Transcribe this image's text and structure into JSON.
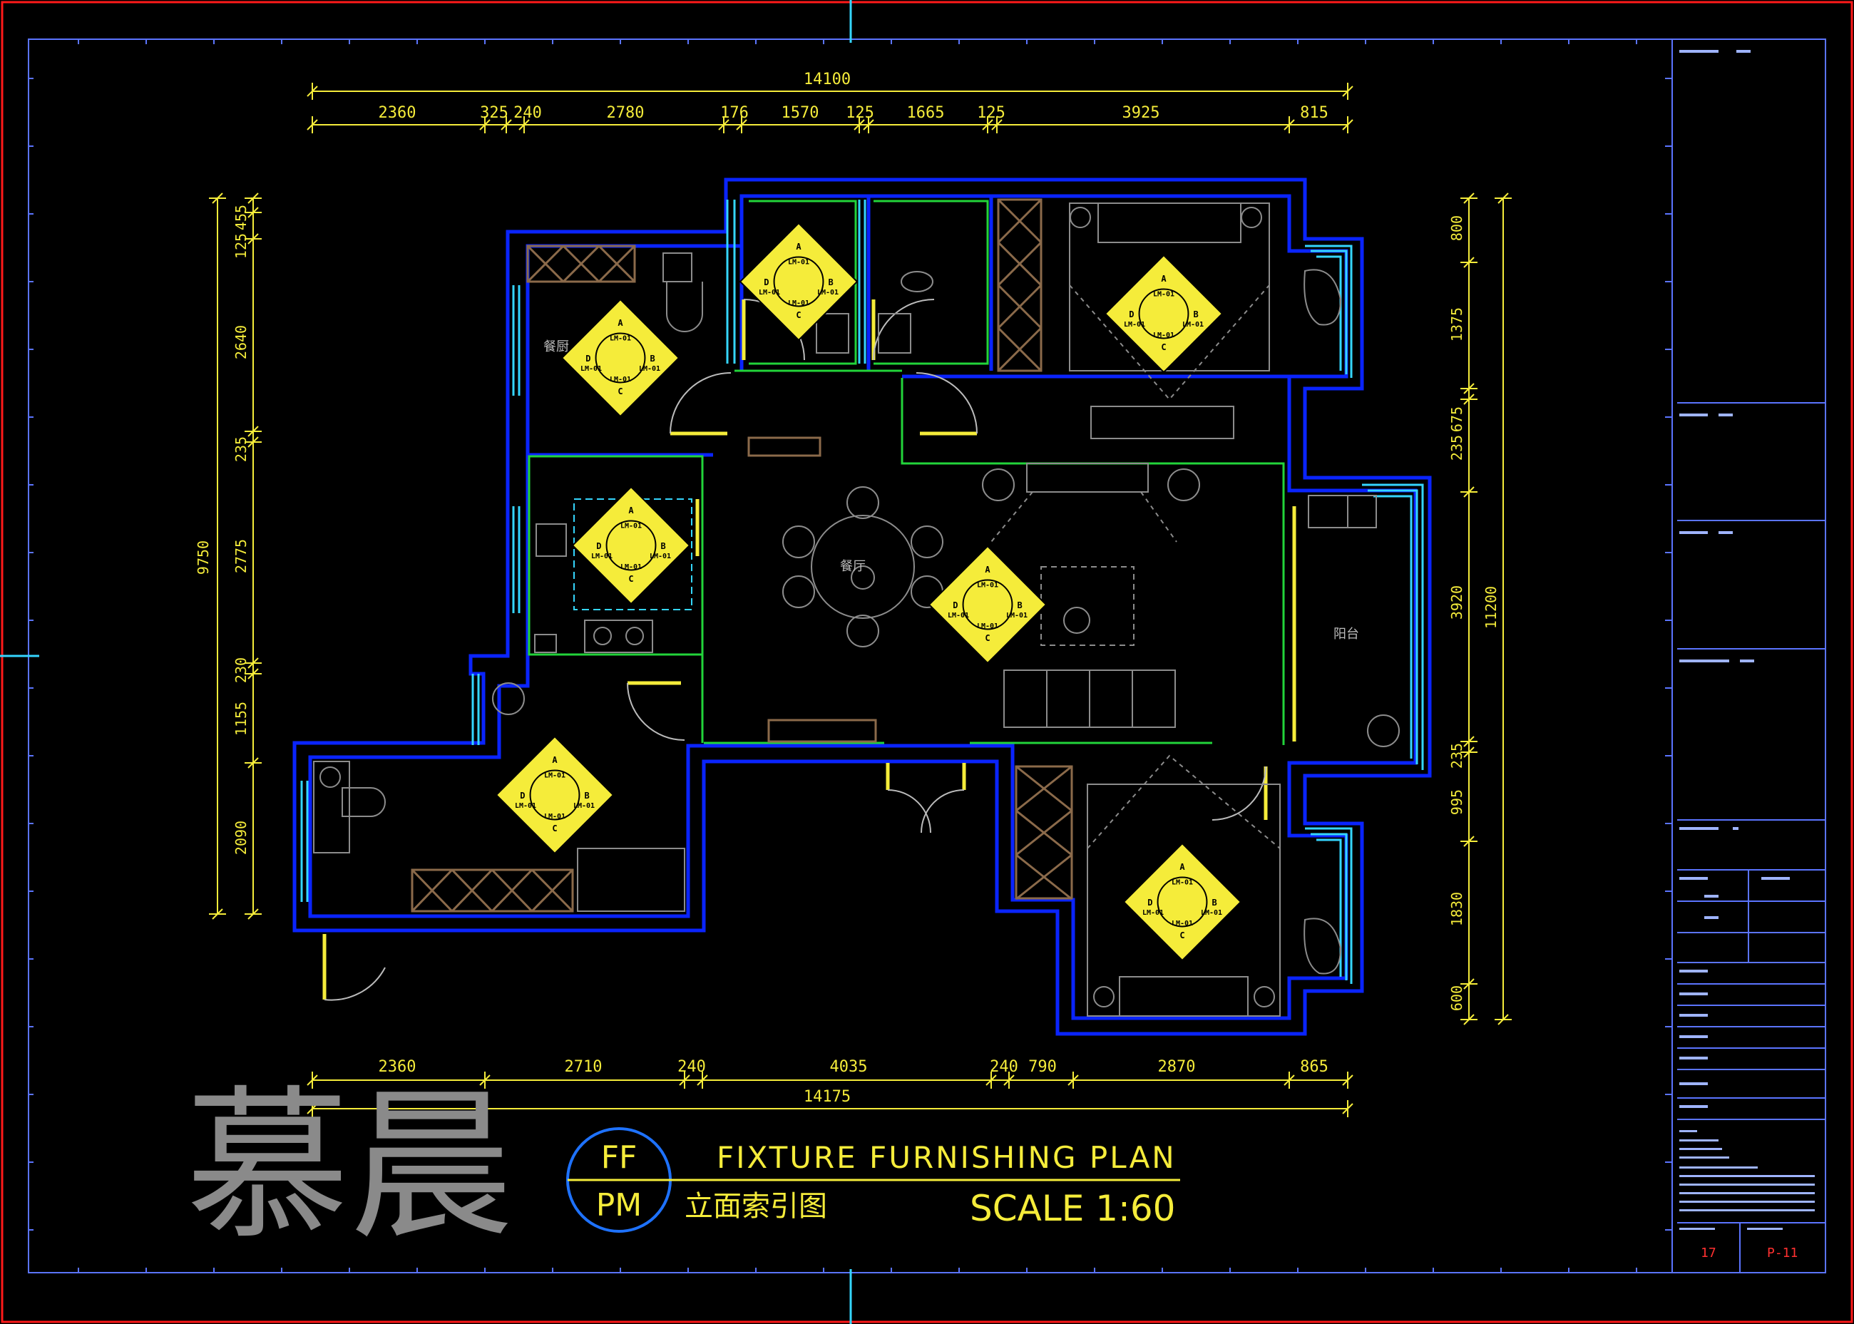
{
  "title": {
    "en": "FIXTURE FURNISHING PLAN",
    "cn": "立面索引图",
    "scale": "SCALE 1:60",
    "circle_top": "FF",
    "circle_bottom": "PM"
  },
  "watermark": "慕晨",
  "dimensions": {
    "top_overall": "14100",
    "top_segments": [
      "2360",
      "325",
      "240",
      "2780",
      "176",
      "1570",
      "125",
      "1665",
      "125",
      "3925",
      "815"
    ],
    "bottom_overall": "14175",
    "bottom_segments": [
      "2360",
      "2710",
      "240",
      "4035",
      "240",
      "790",
      "2870",
      "865"
    ],
    "left_overall": "9750",
    "left_segments": [
      "125",
      "455",
      "2640",
      "235",
      "2775",
      "230",
      "1155",
      "2090"
    ],
    "right_overall": "11200",
    "right_segments": [
      "800",
      "1375",
      "235",
      "675",
      "3920",
      "235",
      "995",
      "1830",
      "600"
    ]
  },
  "rooms": {
    "dining": "餐厅",
    "balcony": "阳台",
    "kitchen": "餐厨"
  },
  "elevation_tags": {
    "top": "A",
    "left": "D",
    "right": "B",
    "bottom": "C",
    "ref": "LM-01"
  },
  "title_block": {
    "sheet_no": "17",
    "page": "P-11"
  },
  "colors": {
    "wall": "#0a24ff",
    "window": "#35d6ff",
    "frame": "#ff1a1a",
    "dimension": "#f5ec3a",
    "furniture": "#8c8c8c",
    "cabinet": "#8b6a4a",
    "green_line": "#22d43a",
    "title_block": "#5b74ff"
  }
}
